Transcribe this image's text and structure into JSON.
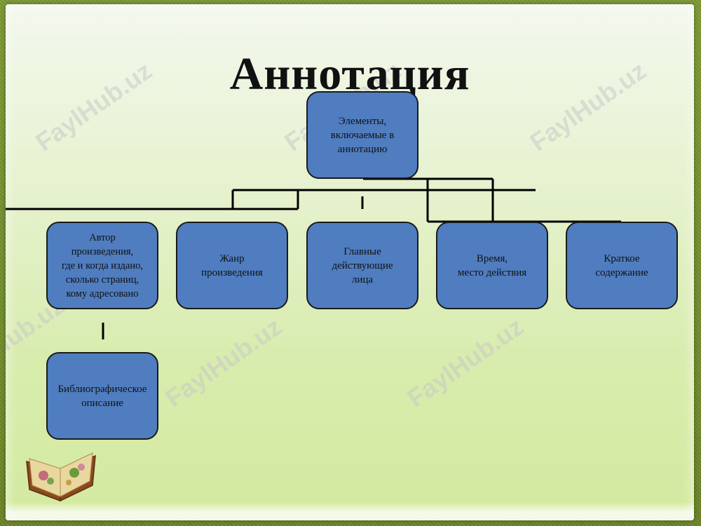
{
  "slide": {
    "title": "Аннотация",
    "watermark": "FaylHub.uz"
  },
  "nodes": {
    "root": "Элементы,\nвключаемые в\nаннотацию",
    "author": "Автор\nпроизведения,\nгде и когда издано,\nсколько страниц,\nкому адресовано",
    "genre": "Жанр\nпроизведения",
    "characters": "Главные\nдействующие\nлица",
    "time_place": "Время,\nместо действия",
    "summary": "Краткое\nсодержание",
    "bibliographic": "Библиографическое\nописание"
  },
  "colors": {
    "node_fill": "#4f7dc0",
    "node_border": "#1a1a1a",
    "connector": "#000000"
  }
}
